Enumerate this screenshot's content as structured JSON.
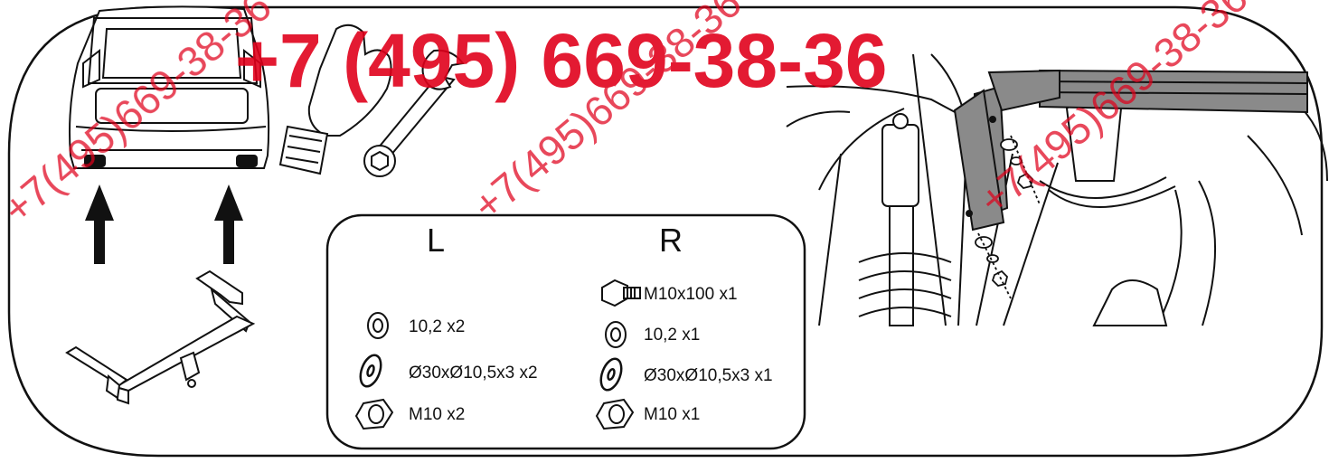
{
  "watermark": {
    "main": "+7 (495) 669-38-36",
    "repeat": "+7(495)669-38-36",
    "color": "#e0001b"
  },
  "parts": {
    "left_header": "L",
    "right_header": "R",
    "left_items": [
      {
        "icon": "spring-washer-icon",
        "label": "10,2 x2"
      },
      {
        "icon": "flat-washer-icon",
        "label": "Ø30xØ10,5x3 x2"
      },
      {
        "icon": "hex-nut-icon",
        "label": "M10 x2"
      }
    ],
    "right_items": [
      {
        "icon": "bolt-icon",
        "label": "M10x100 x1"
      },
      {
        "icon": "spring-washer-icon",
        "label": "10,2 x1"
      },
      {
        "icon": "flat-washer-icon",
        "label": "Ø30xØ10,5x3 x1"
      },
      {
        "icon": "hex-nut-icon",
        "label": "M10 x1"
      }
    ]
  },
  "colors": {
    "line": "#111111",
    "bracket_fill": "#8a8a8a",
    "background": "#ffffff"
  }
}
